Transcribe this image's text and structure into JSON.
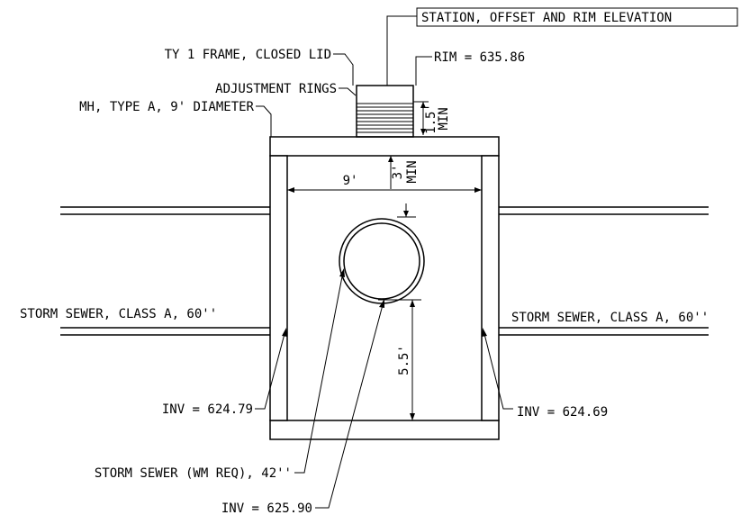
{
  "labels": {
    "station_offset_rim": "STATION, OFFSET AND RIM ELEVATION",
    "frame_lid": "TY 1 FRAME, CLOSED LID",
    "rim": "RIM = 635.86",
    "adjustment_rings": "ADJUSTMENT RINGS",
    "manhole": "MH, TYPE A, 9' DIAMETER",
    "sewer_left": "STORM SEWER, CLASS A, 60''",
    "sewer_right": "STORM SEWER, CLASS A, 60''",
    "inv_left": "INV = 624.79",
    "inv_right": "INV = 624.69",
    "sewer_center": "STORM SEWER (WM REQ), 42''",
    "inv_center": "INV = 625.90"
  },
  "dimensions": {
    "ring_height": "1.5'",
    "ring_min": "MIN",
    "inner_width": "9'",
    "top_clear": "3'",
    "top_clear_min": "MIN",
    "pipe_height": "5.5'"
  },
  "colors": {
    "line": "#000000",
    "background": "#ffffff"
  }
}
